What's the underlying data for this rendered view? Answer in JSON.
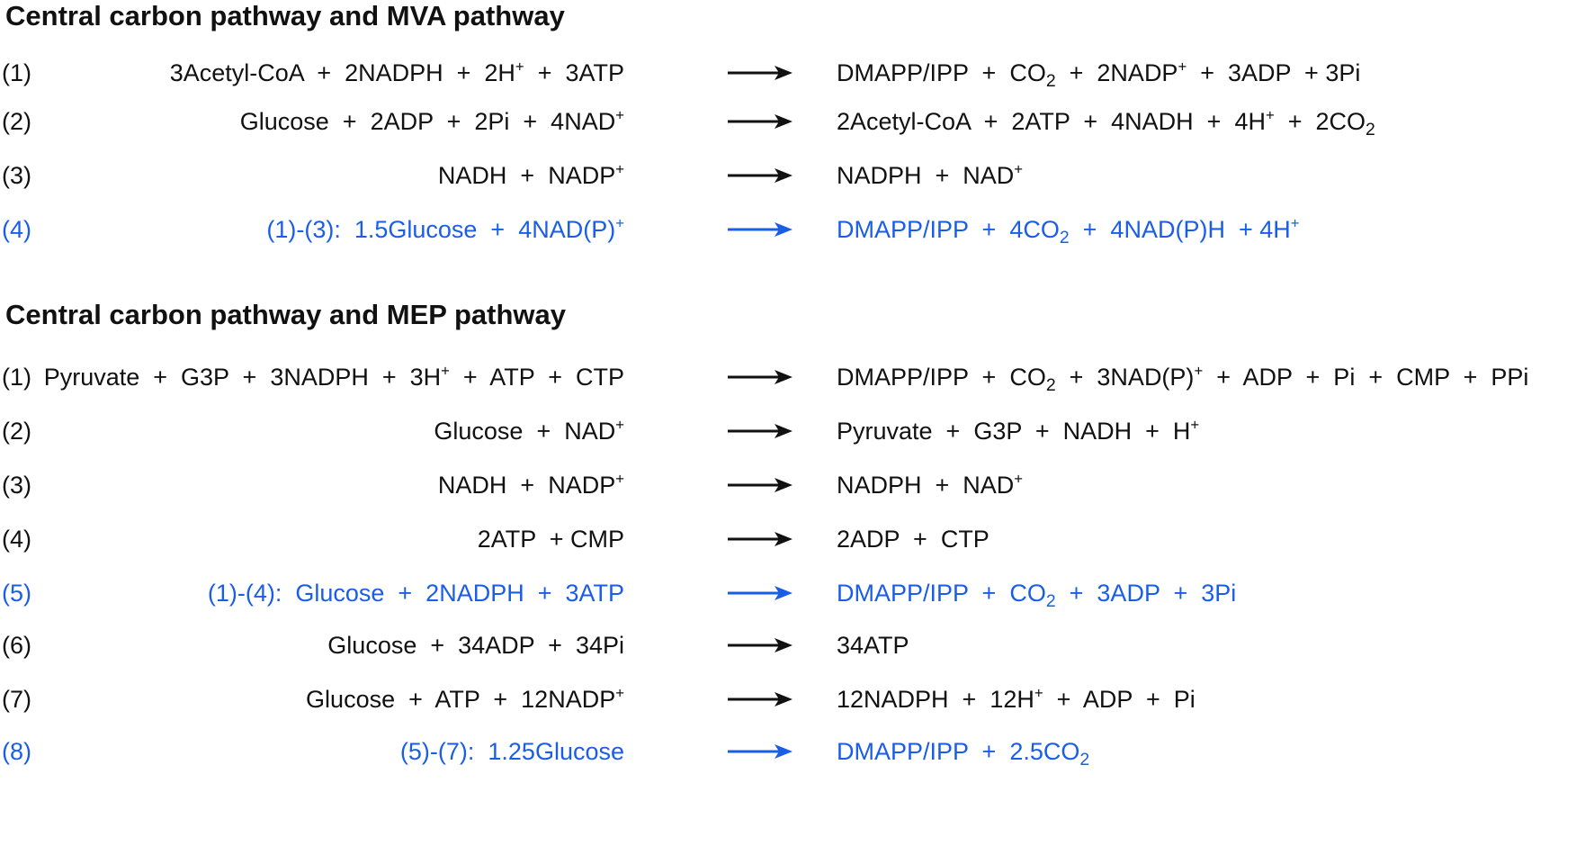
{
  "sections": [
    {
      "title": "Central carbon pathway and MVA pathway",
      "equations": [
        {
          "num": "(1)",
          "lhs": "3Acetyl-CoA  +  2NADPH  +  2H^+  +  3ATP",
          "rhs": "DMAPP/IPP  +  CO_2  +  2NADP^+  +  3ADP  + 3Pi",
          "highlight": false
        },
        {
          "num": "(2)",
          "lhs": "Glucose  +  2ADP  +  2Pi  +  4NAD^+",
          "rhs": "2Acetyl-CoA  +  2ATP  +  4NADH  +  4H^+  +  2CO_2",
          "highlight": false
        },
        {
          "num": "(3)",
          "lhs": "NADH  +  NADP^+",
          "rhs": "NADPH  +  NAD^+",
          "highlight": false
        },
        {
          "num": "(4)",
          "lhs": "(1)-(3):  1.5Glucose  +  4NAD(P)^+",
          "rhs": "DMAPP/IPP  +  4CO_2  +  4NAD(P)H  + 4H^+",
          "highlight": true
        }
      ]
    },
    {
      "title": "Central carbon pathway and MEP pathway",
      "equations": [
        {
          "num": "(1)",
          "lhs": "Pyruvate  +  G3P  +  3NADPH  +  3H^+  +  ATP  +  CTP",
          "rhs": "DMAPP/IPP  +  CO_2  +  3NAD(P)^+  +  ADP  +  Pi  +  CMP  +  PPi",
          "highlight": false
        },
        {
          "num": "(2)",
          "lhs": "Glucose  +  NAD^+",
          "rhs": "Pyruvate  +  G3P  +  NADH  +  H^+",
          "highlight": false
        },
        {
          "num": "(3)",
          "lhs": "NADH  +  NADP^+",
          "rhs": "NADPH  +  NAD^+",
          "highlight": false
        },
        {
          "num": "(4)",
          "lhs": "2ATP  + CMP",
          "rhs": "2ADP  +  CTP",
          "highlight": false
        },
        {
          "num": "(5)",
          "lhs": "(1)-(4):  Glucose  +  2NADPH  +  3ATP",
          "rhs": "DMAPP/IPP  +  CO_2  +  3ADP  +  3Pi",
          "highlight": true
        },
        {
          "num": "(6)",
          "lhs": "Glucose  +  34ADP  +  34Pi",
          "rhs": "34ATP",
          "highlight": false
        },
        {
          "num": "(7)",
          "lhs": "Glucose  +  ATP  +  12NADP^+",
          "rhs": "12NADPH  +  12H^+  +  ADP  +  Pi",
          "highlight": false
        },
        {
          "num": "(8)",
          "lhs": "(5)-(7):  1.25Glucose",
          "rhs": "DMAPP/IPP  +  2.5CO_2",
          "highlight": true
        }
      ]
    }
  ],
  "colors": {
    "text": "#111111",
    "highlight": "#1a5ee8"
  }
}
